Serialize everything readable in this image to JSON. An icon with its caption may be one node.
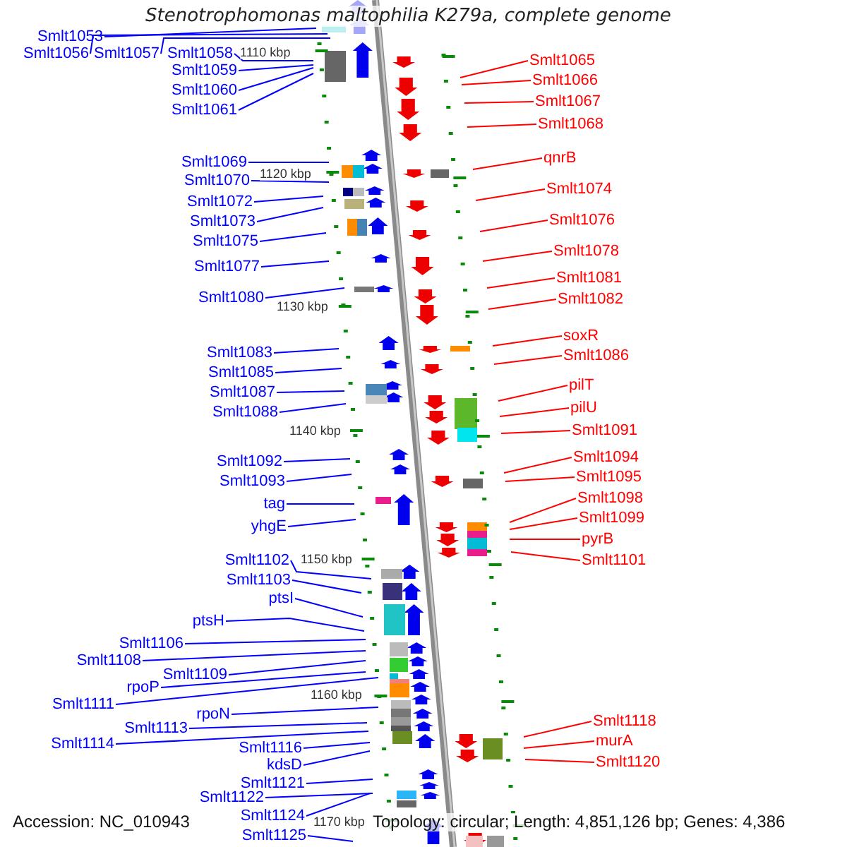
{
  "diagram": {
    "title": "Stenotrophomonas maltophilia K279a, complete genome",
    "nodes": [
      {
        "text": [
          "Smlt1053"
        ]
      },
      {
        "text": [
          "Smlt1056"
        ]
      },
      {
        "text": [
          "Smlt1057"
        ]
      },
      {
        "text": [
          "Smlt1058"
        ]
      },
      {
        "text": [
          "Smlt1059"
        ]
      },
      {
        "text": [
          "Smlt1060"
        ]
      },
      {
        "text": [
          "Smlt1061"
        ]
      },
      {
        "text": [
          "Smlt1069"
        ]
      },
      {
        "text": [
          "Smlt1070"
        ]
      },
      {
        "text": [
          "Smlt1072"
        ]
      },
      {
        "text": [
          "Smlt1073"
        ]
      },
      {
        "text": [
          "Smlt1075"
        ]
      },
      {
        "text": [
          "Smlt1077"
        ]
      },
      {
        "text": [
          "Smlt1080"
        ]
      },
      {
        "text": [
          "Smlt1083"
        ]
      },
      {
        "text": [
          "Smlt1085"
        ]
      },
      {
        "text": [
          "Smlt1087"
        ]
      },
      {
        "text": [
          "Smlt1088"
        ]
      },
      {
        "text": [
          "Smlt1092"
        ]
      },
      {
        "text": [
          "Smlt1093"
        ]
      },
      {
        "text": [
          "tag"
        ]
      },
      {
        "text": [
          "yhgE"
        ]
      },
      {
        "text": [
          "Smlt1102"
        ]
      },
      {
        "text": [
          "Smlt1103"
        ]
      },
      {
        "text": [
          "ptsI"
        ]
      },
      {
        "text": [
          "ptsH"
        ]
      },
      {
        "text": [
          "Smlt1106"
        ]
      },
      {
        "text": [
          "Smlt1108"
        ]
      },
      {
        "text": [
          "Smlt1109"
        ]
      },
      {
        "text": [
          "rpoP"
        ]
      },
      {
        "text": [
          "Smlt1111"
        ]
      },
      {
        "text": [
          "rpoN"
        ]
      },
      {
        "text": [
          "Smlt1113"
        ]
      },
      {
        "text": [
          "Smlt1114"
        ]
      },
      {
        "text": [
          "Smlt1116"
        ]
      },
      {
        "text": [
          "kdsD"
        ]
      },
      {
        "text": [
          "Smlt1121"
        ]
      },
      {
        "text": [
          "Smlt1122"
        ]
      },
      {
        "text": [
          "Smlt1124"
        ]
      },
      {
        "text": [
          "Smlt1125"
        ]
      },
      {
        "text": [
          "Smlt1065"
        ]
      },
      {
        "text": [
          "Smlt1066"
        ]
      },
      {
        "text": [
          "Smlt1067"
        ]
      },
      {
        "text": [
          "Smlt1068"
        ]
      },
      {
        "text": [
          "qnrB"
        ]
      },
      {
        "text": [
          "Smlt1074"
        ]
      },
      {
        "text": [
          "Smlt1076"
        ]
      },
      {
        "text": [
          "Smlt1078"
        ]
      },
      {
        "text": [
          "Smlt1081"
        ]
      },
      {
        "text": [
          "Smlt1082"
        ]
      },
      {
        "text": [
          "soxR"
        ]
      },
      {
        "text": [
          "Smlt1086"
        ]
      },
      {
        "text": [
          "pilT"
        ]
      },
      {
        "text": [
          "pilU"
        ]
      },
      {
        "text": [
          "Smlt1091"
        ]
      },
      {
        "text": [
          "Smlt1094"
        ]
      },
      {
        "text": [
          "Smlt1095"
        ]
      },
      {
        "text": [
          "Smlt1098"
        ]
      },
      {
        "text": [
          "Smlt1099"
        ]
      },
      {
        "text": [
          "pyrB"
        ]
      },
      {
        "text": [
          "Smlt1101"
        ]
      },
      {
        "text": [
          "Smlt1118"
        ]
      },
      {
        "text": [
          "murA"
        ]
      },
      {
        "text": [
          "Smlt1120"
        ]
      }
    ],
    "edges": [
      {
        "from": 0,
        "to": null,
        "arrow": "none"
      },
      {
        "from": 1,
        "to": null,
        "arrow": "none"
      },
      {
        "from": 2,
        "to": null,
        "arrow": "none"
      },
      {
        "from": 3,
        "to": null,
        "arrow": "none"
      },
      {
        "from": 4,
        "to": null,
        "arrow": "none"
      },
      {
        "from": 5,
        "to": null,
        "arrow": "none"
      },
      {
        "from": 6,
        "to": null,
        "arrow": "none"
      },
      {
        "from": 7,
        "to": null,
        "arrow": "none"
      },
      {
        "from": 8,
        "to": null,
        "arrow": "none"
      },
      {
        "from": 9,
        "to": null,
        "arrow": "none"
      },
      {
        "from": 10,
        "to": null,
        "arrow": "none"
      },
      {
        "from": 11,
        "to": null,
        "arrow": "none"
      },
      {
        "from": 12,
        "to": null,
        "arrow": "none"
      },
      {
        "from": 13,
        "to": null,
        "arrow": "none"
      },
      {
        "from": 14,
        "to": null,
        "arrow": "none"
      },
      {
        "from": 15,
        "to": null,
        "arrow": "none"
      },
      {
        "from": 16,
        "to": null,
        "arrow": "none"
      },
      {
        "from": 17,
        "to": null,
        "arrow": "none"
      },
      {
        "from": 18,
        "to": null,
        "arrow": "none"
      },
      {
        "from": 19,
        "to": null,
        "arrow": "none"
      },
      {
        "from": 20,
        "to": null,
        "arrow": "none"
      },
      {
        "from": 21,
        "to": null,
        "arrow": "none"
      },
      {
        "from": 22,
        "to": null,
        "arrow": "none"
      },
      {
        "from": 23,
        "to": null,
        "arrow": "none"
      },
      {
        "from": 24,
        "to": null,
        "arrow": "none"
      },
      {
        "from": 25,
        "to": null,
        "arrow": "none"
      },
      {
        "from": 26,
        "to": null,
        "arrow": "none"
      },
      {
        "from": 27,
        "to": null,
        "arrow": "none"
      },
      {
        "from": 28,
        "to": null,
        "arrow": "none"
      },
      {
        "from": 29,
        "to": null,
        "arrow": "none"
      },
      {
        "from": 30,
        "to": null,
        "arrow": "none"
      },
      {
        "from": 31,
        "to": null,
        "arrow": "none"
      },
      {
        "from": 32,
        "to": null,
        "arrow": "none"
      },
      {
        "from": 33,
        "to": null,
        "arrow": "none"
      },
      {
        "from": 34,
        "to": null,
        "arrow": "none"
      },
      {
        "from": 35,
        "to": null,
        "arrow": "none"
      },
      {
        "from": 36,
        "to": null,
        "arrow": "none"
      },
      {
        "from": 37,
        "to": null,
        "arrow": "none"
      },
      {
        "from": 38,
        "to": null,
        "arrow": "none"
      },
      {
        "from": 39,
        "to": null,
        "arrow": "none"
      },
      {
        "from": 40,
        "to": null,
        "arrow": "none",
        "color": "#ff0000"
      },
      {
        "from": 41,
        "to": null,
        "arrow": "none",
        "color": "#ff0000"
      },
      {
        "from": 42,
        "to": null,
        "arrow": "none",
        "color": "#ff0000"
      },
      {
        "from": 43,
        "to": null,
        "arrow": "none",
        "color": "#ff0000"
      },
      {
        "from": 44,
        "to": null,
        "arrow": "none",
        "color": "#ff0000"
      },
      {
        "from": 45,
        "to": null,
        "arrow": "none",
        "color": "#ff0000"
      },
      {
        "from": 46,
        "to": null,
        "arrow": "none",
        "color": "#ff0000"
      },
      {
        "from": 47,
        "to": null,
        "arrow": "none",
        "color": "#ff0000"
      },
      {
        "from": 48,
        "to": null,
        "arrow": "none",
        "color": "#ff0000"
      },
      {
        "from": 49,
        "to": null,
        "arrow": "none",
        "color": "#ff0000"
      },
      {
        "from": 50,
        "to": null,
        "arrow": "none",
        "color": "#ff0000"
      },
      {
        "from": 51,
        "to": null,
        "arrow": "none",
        "color": "#ff0000"
      },
      {
        "from": 52,
        "to": null,
        "arrow": "none",
        "color": "#ff0000"
      },
      {
        "from": 53,
        "to": null,
        "arrow": "none",
        "color": "#ff0000"
      },
      {
        "from": 54,
        "to": null,
        "arrow": "none",
        "color": "#ff0000"
      },
      {
        "from": 55,
        "to": null,
        "arrow": "none",
        "color": "#ff0000"
      },
      {
        "from": 56,
        "to": null,
        "arrow": "none",
        "color": "#ff0000"
      },
      {
        "from": 57,
        "to": null,
        "arrow": "none",
        "color": "#ff0000"
      },
      {
        "from": 58,
        "to": null,
        "arrow": "none",
        "color": "#ff0000"
      },
      {
        "from": 59,
        "to": null,
        "arrow": "none",
        "color": "#ff0000"
      },
      {
        "from": 60,
        "to": null,
        "arrow": "none",
        "color": "#ff0000"
      },
      {
        "from": 61,
        "to": null,
        "arrow": "none",
        "color": "#ff0000"
      },
      {
        "from": 62,
        "to": null,
        "arrow": "none",
        "color": "#ff0000"
      },
      {
        "from": 63,
        "to": null,
        "arrow": "none",
        "color": "#ff0000"
      }
    ],
    "labels": [
      "1110 kbp",
      "1120 kbp",
      "1130 kbp",
      "1140 kbp",
      "1150 kbp",
      "1160 kbp",
      "1170 kbp",
      "Accession: NC_010943",
      "Topology: circular; Length: 4,851,126 bp; Genes: 4,386"
    ]
  }
}
